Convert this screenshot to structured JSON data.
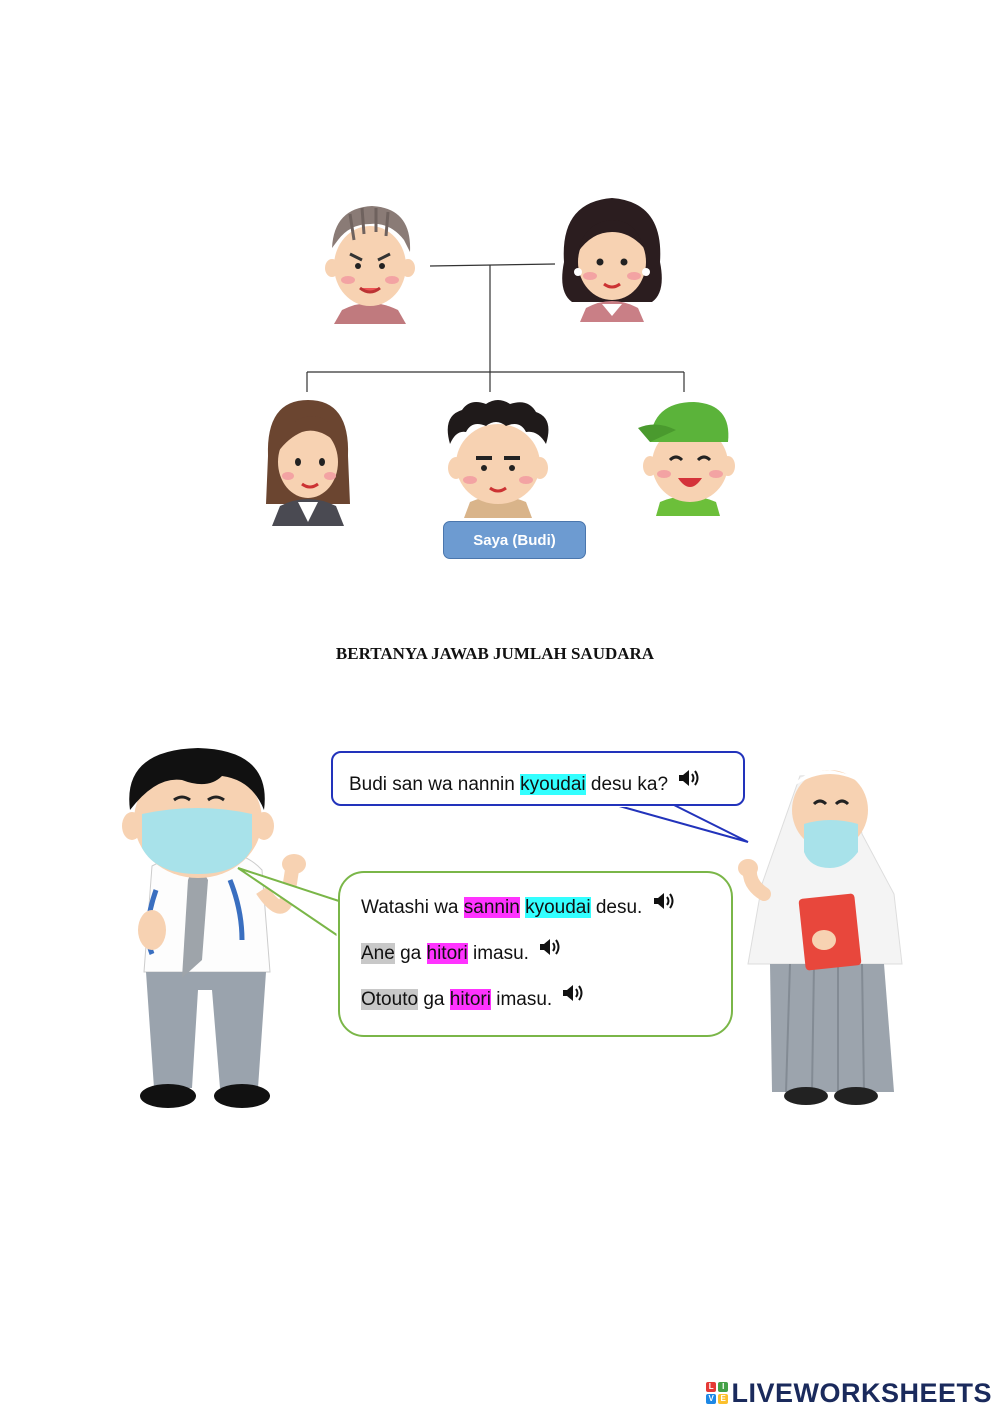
{
  "family_tree": {
    "self_label": "Saya (Budi)"
  },
  "section_title": "BERTANYA JAWAB JUMLAH SAUDARA",
  "dialogue": {
    "question": {
      "parts": [
        "Budi san wa nannin ",
        "kyoudai",
        " desu ka?"
      ]
    },
    "answer_lines": [
      {
        "parts": [
          "Watashi wa ",
          "sannin",
          " ",
          "kyoudai",
          " desu."
        ]
      },
      {
        "parts": [
          "Ane",
          " ga ",
          "hitori",
          " imasu."
        ]
      },
      {
        "parts": [
          "Otouto",
          " ga ",
          "hitori",
          " imasu."
        ]
      }
    ],
    "speaker_icon": "speaker-icon"
  },
  "colors": {
    "highlight_cyan": "#33ffff",
    "highlight_magenta": "#ff33ff",
    "highlight_gray": "#c8c8c8",
    "question_border": "#2233bb",
    "answer_border": "#7ab648",
    "self_box": "#6d9bd1"
  },
  "footer": {
    "brand": "LIVEWORKSHEETS",
    "mark_letters": [
      "L",
      "I",
      "V",
      "E"
    ]
  }
}
